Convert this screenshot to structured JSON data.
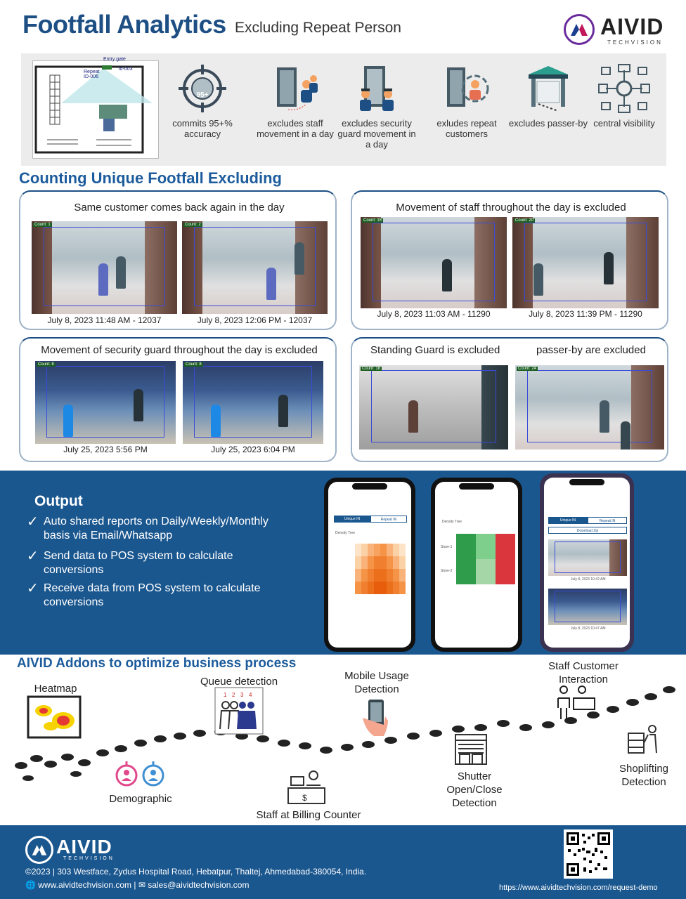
{
  "header": {
    "title": "Footfall Analytics",
    "subtitle": "Excluding Repeat Person",
    "logo_word": "AIVID",
    "logo_sub": "TECHVISION"
  },
  "floorplan": {
    "gate_label": "Entry gate",
    "id_label": "id-003",
    "repeat_label": "Repeat",
    "repeat_id": "ID-006"
  },
  "features": [
    {
      "icon": "crosshair-95-icon",
      "label": "commits 95+% accuracy",
      "badge": "95+"
    },
    {
      "icon": "staff-door-icon",
      "label": "excludes staff movement in a day"
    },
    {
      "icon": "security-guard-icon",
      "label": "excludes security guard movement in a day"
    },
    {
      "icon": "repeat-customer-icon",
      "label": "exludes repeat customers"
    },
    {
      "icon": "passer-by-icon",
      "label": "excludes passer-by"
    },
    {
      "icon": "central-network-icon",
      "label": "central visibility"
    }
  ],
  "section_counting": "Counting Unique Footfall Excluding",
  "cards": {
    "repeat": {
      "title": "Same customer comes back again in the day",
      "captions": [
        "July 8, 2023 11:48 AM - 12037",
        "July 8, 2023 12:06 PM - 12037"
      ]
    },
    "staff": {
      "title": "Movement of staff throughout the day is excluded",
      "captions": [
        "July 8, 2023 11:03 AM - 11290",
        "July 8, 2023 11:39 PM - 11290"
      ]
    },
    "guard": {
      "title": "Movement of security guard throughout the day is excluded",
      "captions": [
        "July 25, 2023 5:56 PM",
        "July 25, 2023 6:04 PM"
      ]
    },
    "standing": {
      "title_left": "Standing Guard is excluded",
      "title_right": "passer-by are excluded"
    }
  },
  "output": {
    "title": "Output",
    "items": [
      "Auto shared reports on Daily/Weekly/Monthly basis via Email/Whatsapp",
      "Send data to POS system to calculate conversions",
      "Receive data from POS system to calculate conversions"
    ],
    "phone1": {
      "tab_a": "Unique IN",
      "tab_b": "Repeat IN",
      "chart": "Density Tree"
    },
    "phone2": {
      "chart": "Density Tree",
      "row1": "Store-1",
      "row2": "Store-2"
    },
    "phone3": {
      "tab_a": "Unique IN",
      "tab_b": "Repeat IN",
      "download": "Download Zip",
      "cap1": "July 8, 2023 10:42 AM",
      "cap2": "July 8, 2023 10:47 AM"
    }
  },
  "section_addons": "AIVID Addons to optimize business process",
  "addons": {
    "heatmap": "Heatmap",
    "queue": "Queue detection",
    "mobile": "Mobile Usage Detection",
    "staff_customer": "Staff Customer Interaction",
    "demographic": "Demographic",
    "billing": "Staff at Billing Counter",
    "shutter": "Shutter Open/Close Detection",
    "shoplifting": "Shoplifting Detection"
  },
  "footer": {
    "logo_word": "AIVID",
    "logo_sub": "TECHVISION",
    "address": "©2023  |  303 Westface, Zydus Hospital Road, Hebatpur, Thaltej, Ahmedabad-380054, India.",
    "web": "www.aividtechvision.com",
    "email": "sales@aividtechvision.com",
    "url": "https://www.aividtechvision.com/request-demo"
  },
  "colors": {
    "brand_blue": "#1b578f",
    "title_blue": "#1d4f84",
    "accent_purple": "#6a2c9c"
  }
}
